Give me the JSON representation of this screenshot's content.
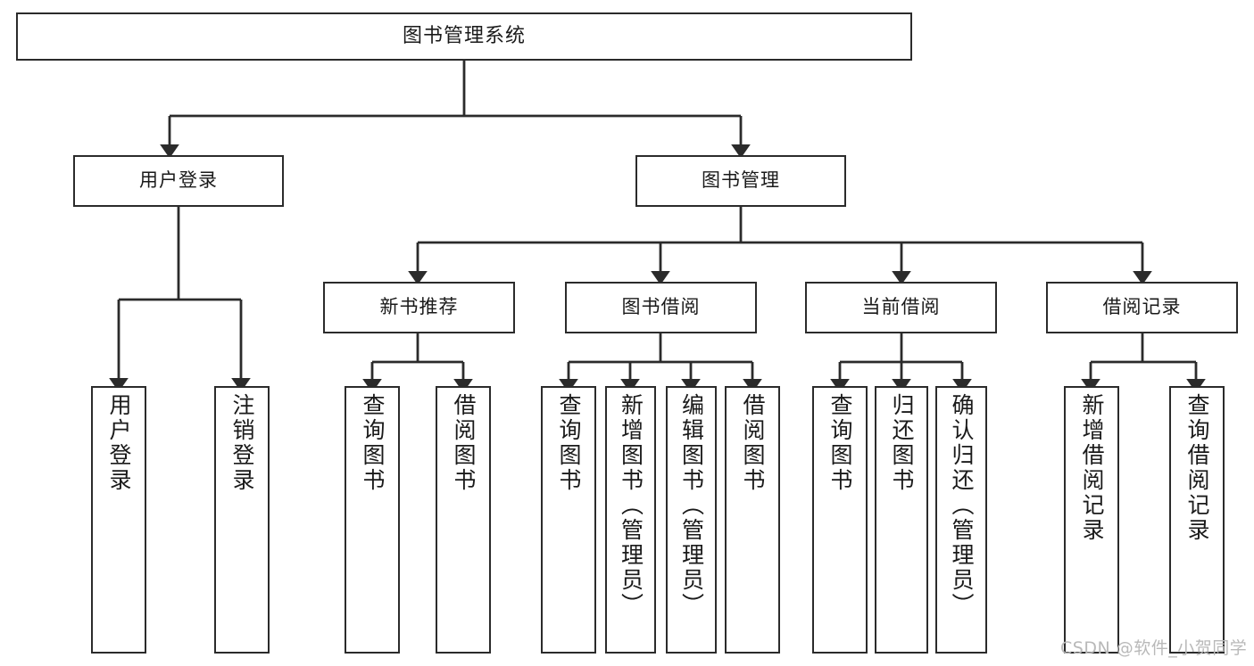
{
  "diagram": {
    "type": "tree",
    "title": "图书管理系统",
    "orientation": "top-down",
    "edge_color": "#2b2b2b",
    "box_border_color": "#2b2b2b",
    "box_fill_color": "#ffffff",
    "background_color": "#ffffff",
    "text_color": "#1a1a1a"
  },
  "root": {
    "label": "图书管理系统"
  },
  "level1": [
    {
      "label": "用户登录"
    },
    {
      "label": "图书管理"
    }
  ],
  "level2": [
    {
      "label": "新书推荐"
    },
    {
      "label": "图书借阅"
    },
    {
      "label": "当前借阅"
    },
    {
      "label": "借阅记录"
    }
  ],
  "leaves": {
    "user_login": [
      {
        "label": "用户登录"
      },
      {
        "label": "注销登录"
      }
    ],
    "new_book_recommend": [
      {
        "label": "查询图书"
      },
      {
        "label": "借阅图书"
      }
    ],
    "book_borrow": [
      {
        "label": "查询图书"
      },
      {
        "label": "新增图书（管理员）"
      },
      {
        "label": "编辑图书（管理员）"
      },
      {
        "label": "借阅图书"
      }
    ],
    "current_borrow": [
      {
        "label": "查询图书"
      },
      {
        "label": "归还图书"
      },
      {
        "label": "确认归还（管理员）"
      }
    ],
    "borrow_record": [
      {
        "label": "新增借阅记录"
      },
      {
        "label": "查询借阅记录"
      }
    ]
  },
  "watermark": {
    "text": "CSDN @软件_小贺同学"
  }
}
